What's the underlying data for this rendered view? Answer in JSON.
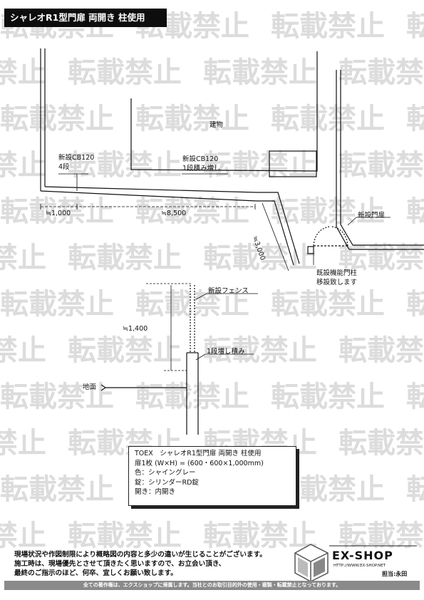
{
  "title": "シャレオR1型門扉 両開き 柱使用",
  "watermark": {
    "text": "転載禁止",
    "color": "#dcdcdc"
  },
  "drawing": {
    "building_label": "建物",
    "new_cb_left": "新設CB120",
    "new_cb_left_rows": "4段",
    "new_cb_right": "新設CB120",
    "new_cb_right_add": "1段積み増し",
    "dim_1000": "≒1,000",
    "dim_8500": "≒8,500",
    "dim_3000": "≒3,000",
    "new_gate": "新設門扉",
    "existing_post_line1": "既設機能門柱",
    "existing_post_line2": "移設致します",
    "new_fence": "新設フェンス",
    "dim_1400": "≒1,400",
    "one_row_add": "1段増し積み",
    "ground": "地面"
  },
  "spec": {
    "line1": "TOEX　シャレオR1型門扉 両開き 柱使用",
    "line2": "扉1枚 (W×H) = (600・600×1,000mm)",
    "line3": "色：シャイングレー",
    "line4": "錠：シリンダーRD錠",
    "line5": "開き：内開き"
  },
  "notes": {
    "line1": "現場状況や作図制限により概略図の内容と多少の違いが生じることがございます。",
    "line2": "施工時は、現場優先とさせて頂きたく思いますので、お立会い頂き、",
    "line3": "最終のご指示のほど、何卒、宜しくお願い致します。"
  },
  "logo": {
    "name": "EX-SHOP",
    "url": "HTTP://WWW.EX-SHOP.NET",
    "staff": "担当:永田"
  },
  "footer": "全ての著作権は、エクスショップに帰属します。当社とのお取引目的外の使用・複製・転載禁止となっております。"
}
